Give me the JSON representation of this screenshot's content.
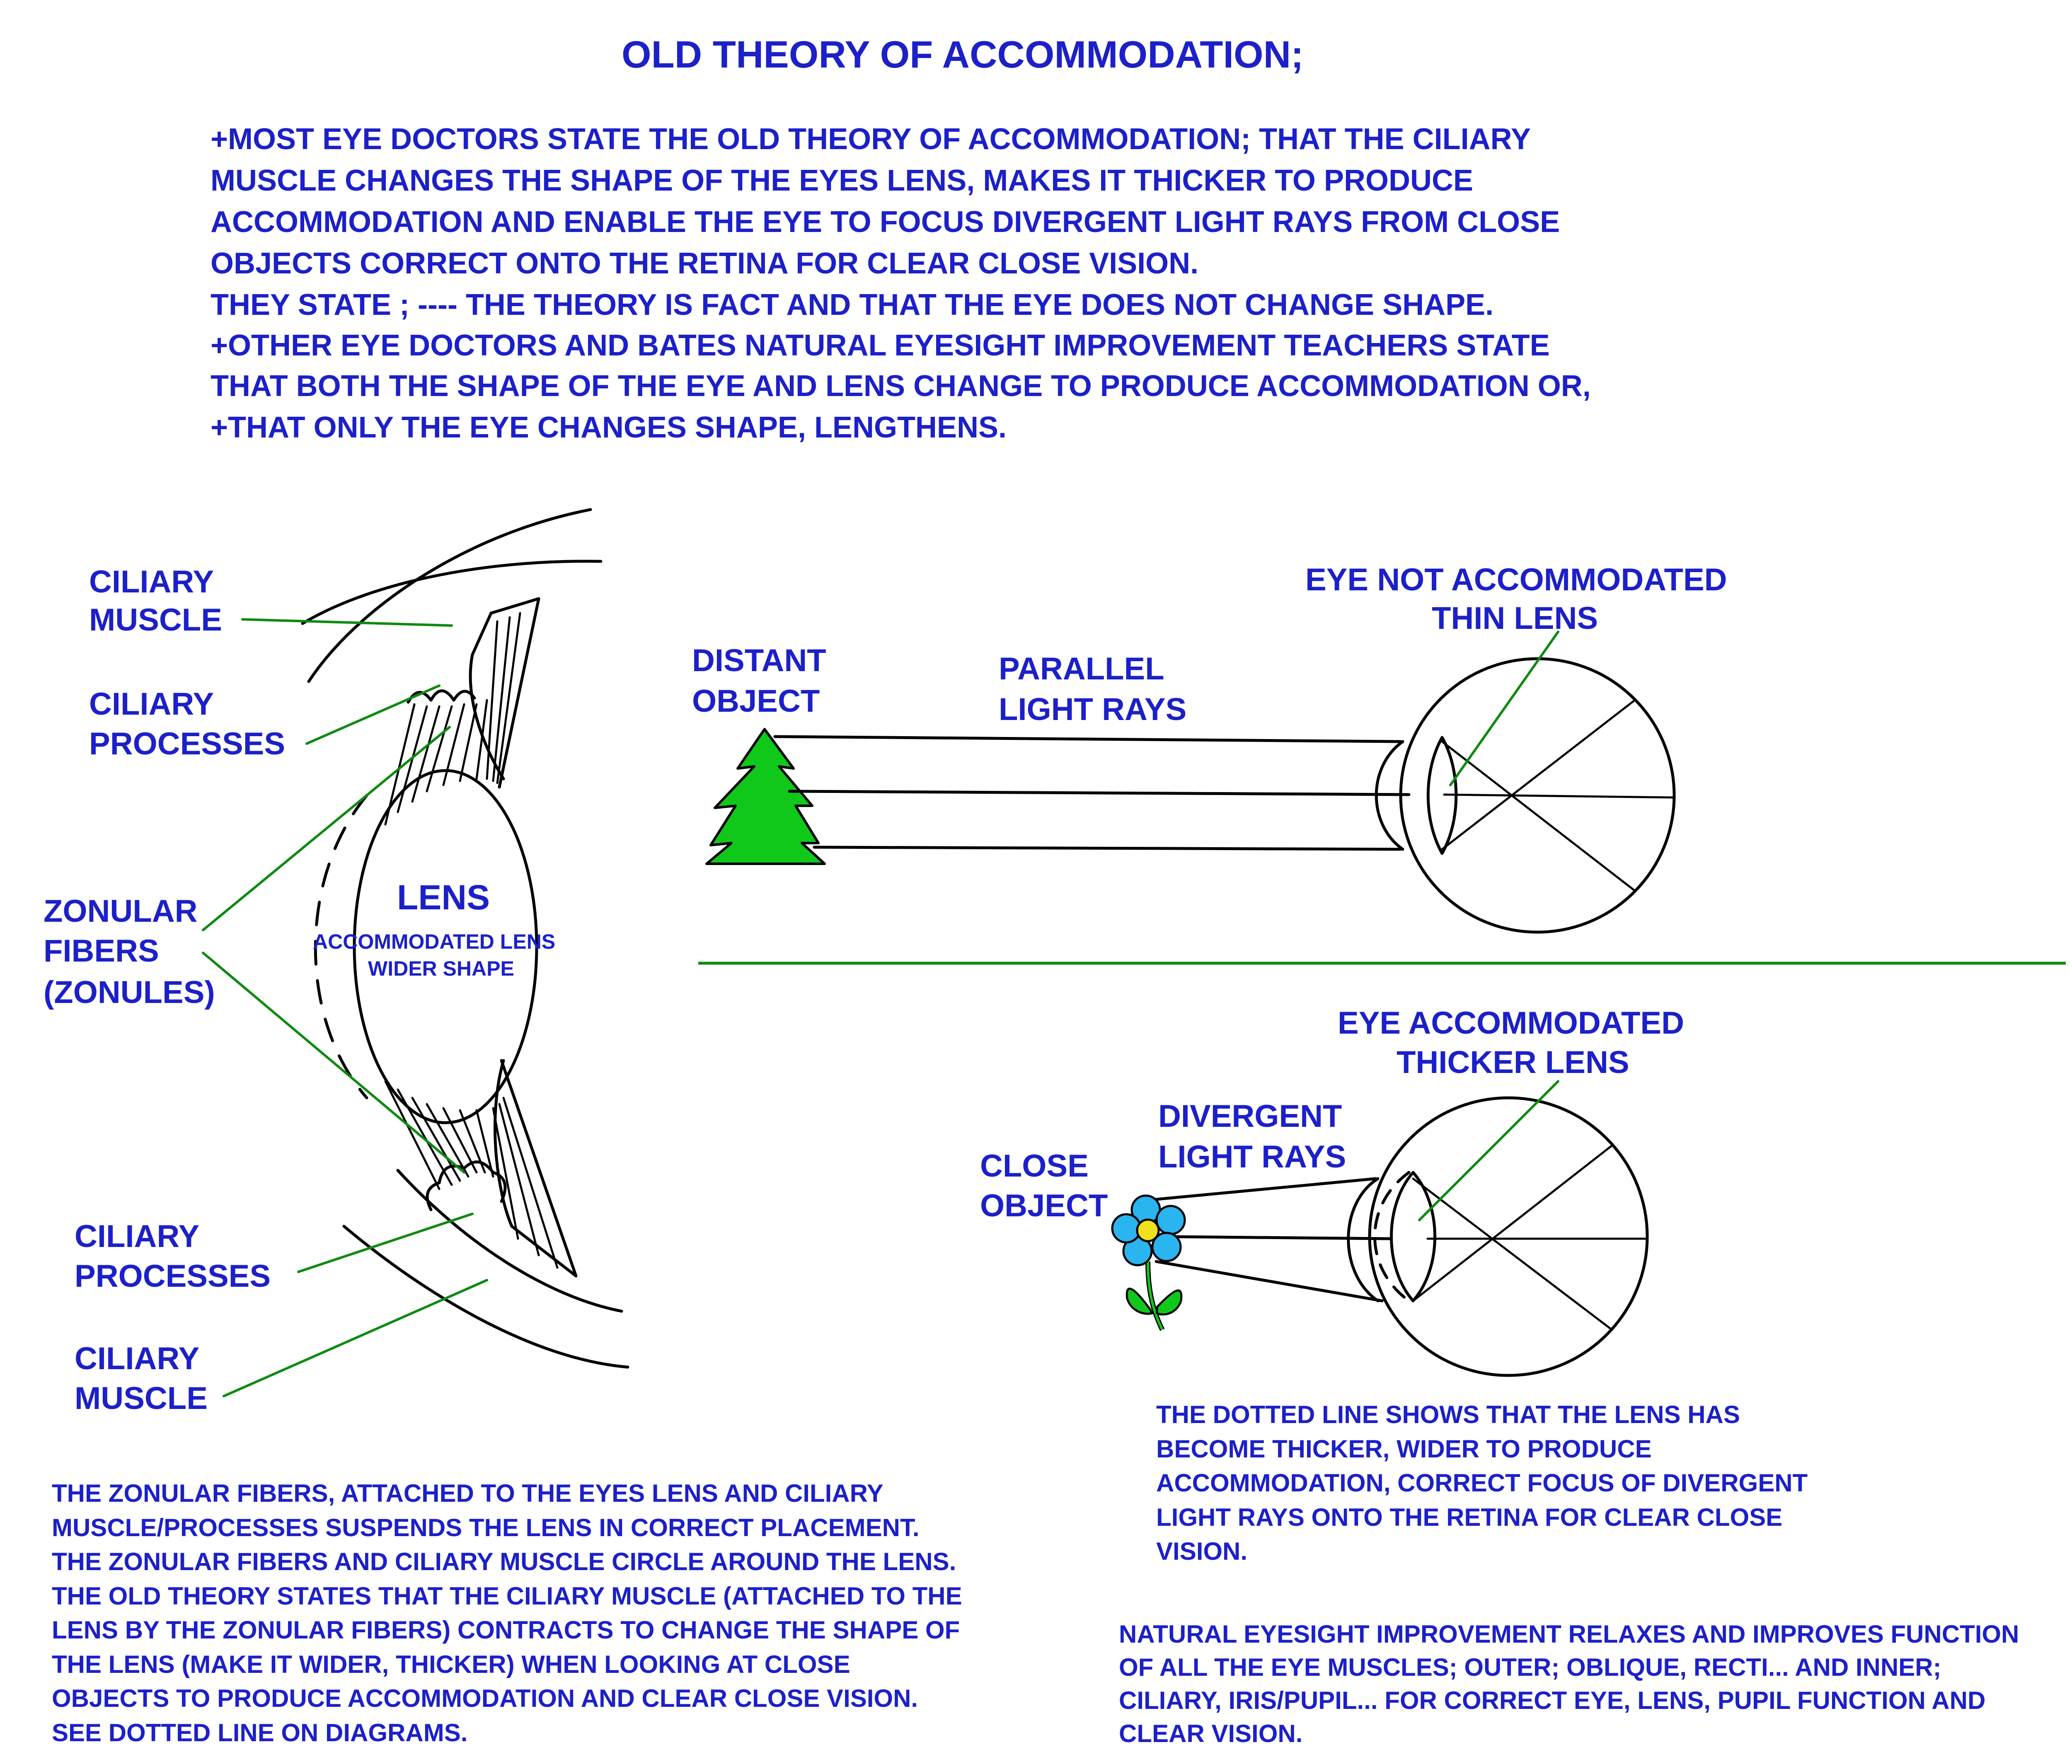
{
  "title": "OLD THEORY OF ACCOMMODATION;",
  "intro_lines": [
    "+MOST EYE DOCTORS STATE THE OLD THEORY OF ACCOMMODATION; THAT THE CILIARY",
    "MUSCLE CHANGES THE SHAPE OF THE EYES LENS, MAKES IT THICKER TO PRODUCE",
    "ACCOMMODATION AND ENABLE THE EYE TO FOCUS DIVERGENT LIGHT RAYS FROM CLOSE",
    "OBJECTS CORRECT ONTO THE RETINA FOR CLEAR CLOSE VISION.",
    "THEY STATE  ; ----  THE THEORY IS FACT AND THAT THE EYE DOES NOT CHANGE SHAPE.",
    "+OTHER EYE DOCTORS AND BATES NATURAL EYESIGHT IMPROVEMENT TEACHERS STATE",
    "THAT BOTH THE SHAPE OF THE EYE AND LENS CHANGE TO PRODUCE ACCOMMODATION OR,",
    "+THAT ONLY THE EYE CHANGES SHAPE, LENGTHENS."
  ],
  "left_diagram": {
    "ciliary_muscle_top": [
      "CILIARY",
      "MUSCLE"
    ],
    "ciliary_processes_top": [
      "CILIARY",
      "PROCESSES"
    ],
    "zonular_fibers": [
      "ZONULAR",
      "FIBERS",
      "(ZONULES)"
    ],
    "lens_title": "LENS",
    "lens_sub": [
      "ACCOMMODATED LENS",
      "WIDER SHAPE"
    ],
    "ciliary_processes_bottom": [
      "CILIARY",
      "PROCESSES"
    ],
    "ciliary_muscle_bottom": [
      "CILIARY",
      "MUSCLE"
    ]
  },
  "top_right": {
    "distant_object": [
      "DISTANT",
      "OBJECT"
    ],
    "parallel_rays": [
      "PARALLEL",
      "LIGHT RAYS"
    ],
    "eye_label": [
      "EYE NOT ACCOMMODATED",
      "THIN LENS"
    ]
  },
  "bottom_right": {
    "eye_label": [
      "EYE ACCOMMODATED",
      "THICKER LENS"
    ],
    "divergent_rays": [
      "DIVERGENT",
      "LIGHT RAYS"
    ],
    "close_object": [
      "CLOSE",
      "OBJECT"
    ]
  },
  "left_note_lines": [
    "THE ZONULAR FIBERS, ATTACHED TO THE EYES LENS AND CILIARY",
    "MUSCLE/PROCESSES SUSPENDS THE LENS IN CORRECT PLACEMENT.",
    "THE ZONULAR FIBERS AND CILIARY MUSCLE CIRCLE AROUND THE LENS.",
    "THE OLD THEORY STATES THAT THE CILIARY MUSCLE (ATTACHED TO THE",
    "LENS BY THE ZONULAR FIBERS) CONTRACTS TO CHANGE THE SHAPE OF",
    "THE LENS (MAKE IT WIDER, THICKER) WHEN LOOKING AT CLOSE",
    "OBJECTS TO PRODUCE ACCOMMODATION AND CLEAR CLOSE VISION.",
    "SEE DOTTED LINE ON DIAGRAMS."
  ],
  "dotted_note_lines": [
    "THE DOTTED LINE SHOWS THAT THE LENS HAS",
    "BECOME THICKER, WIDER TO PRODUCE",
    "ACCOMMODATION, CORRECT FOCUS OF DIVERGENT",
    "LIGHT RAYS ONTO THE RETINA FOR  CLEAR CLOSE",
    "VISION."
  ],
  "natural_note_lines": [
    "NATURAL EYESIGHT IMPROVEMENT RELAXES AND IMPROVES FUNCTION",
    "OF ALL THE EYE MUSCLES; OUTER; OBLIQUE, RECTI... AND INNER;",
    "CILIARY, IRIS/PUPIL... FOR CORRECT EYE, LENS, PUPIL FUNCTION AND",
    "CLEAR VISION."
  ],
  "colors": {
    "text": "#1c20c8",
    "leader": "#0e8a12",
    "tree": "#10c81a",
    "petal": "#2ab4f0",
    "flower_center": "#f0e020",
    "ink": "#000000"
  }
}
